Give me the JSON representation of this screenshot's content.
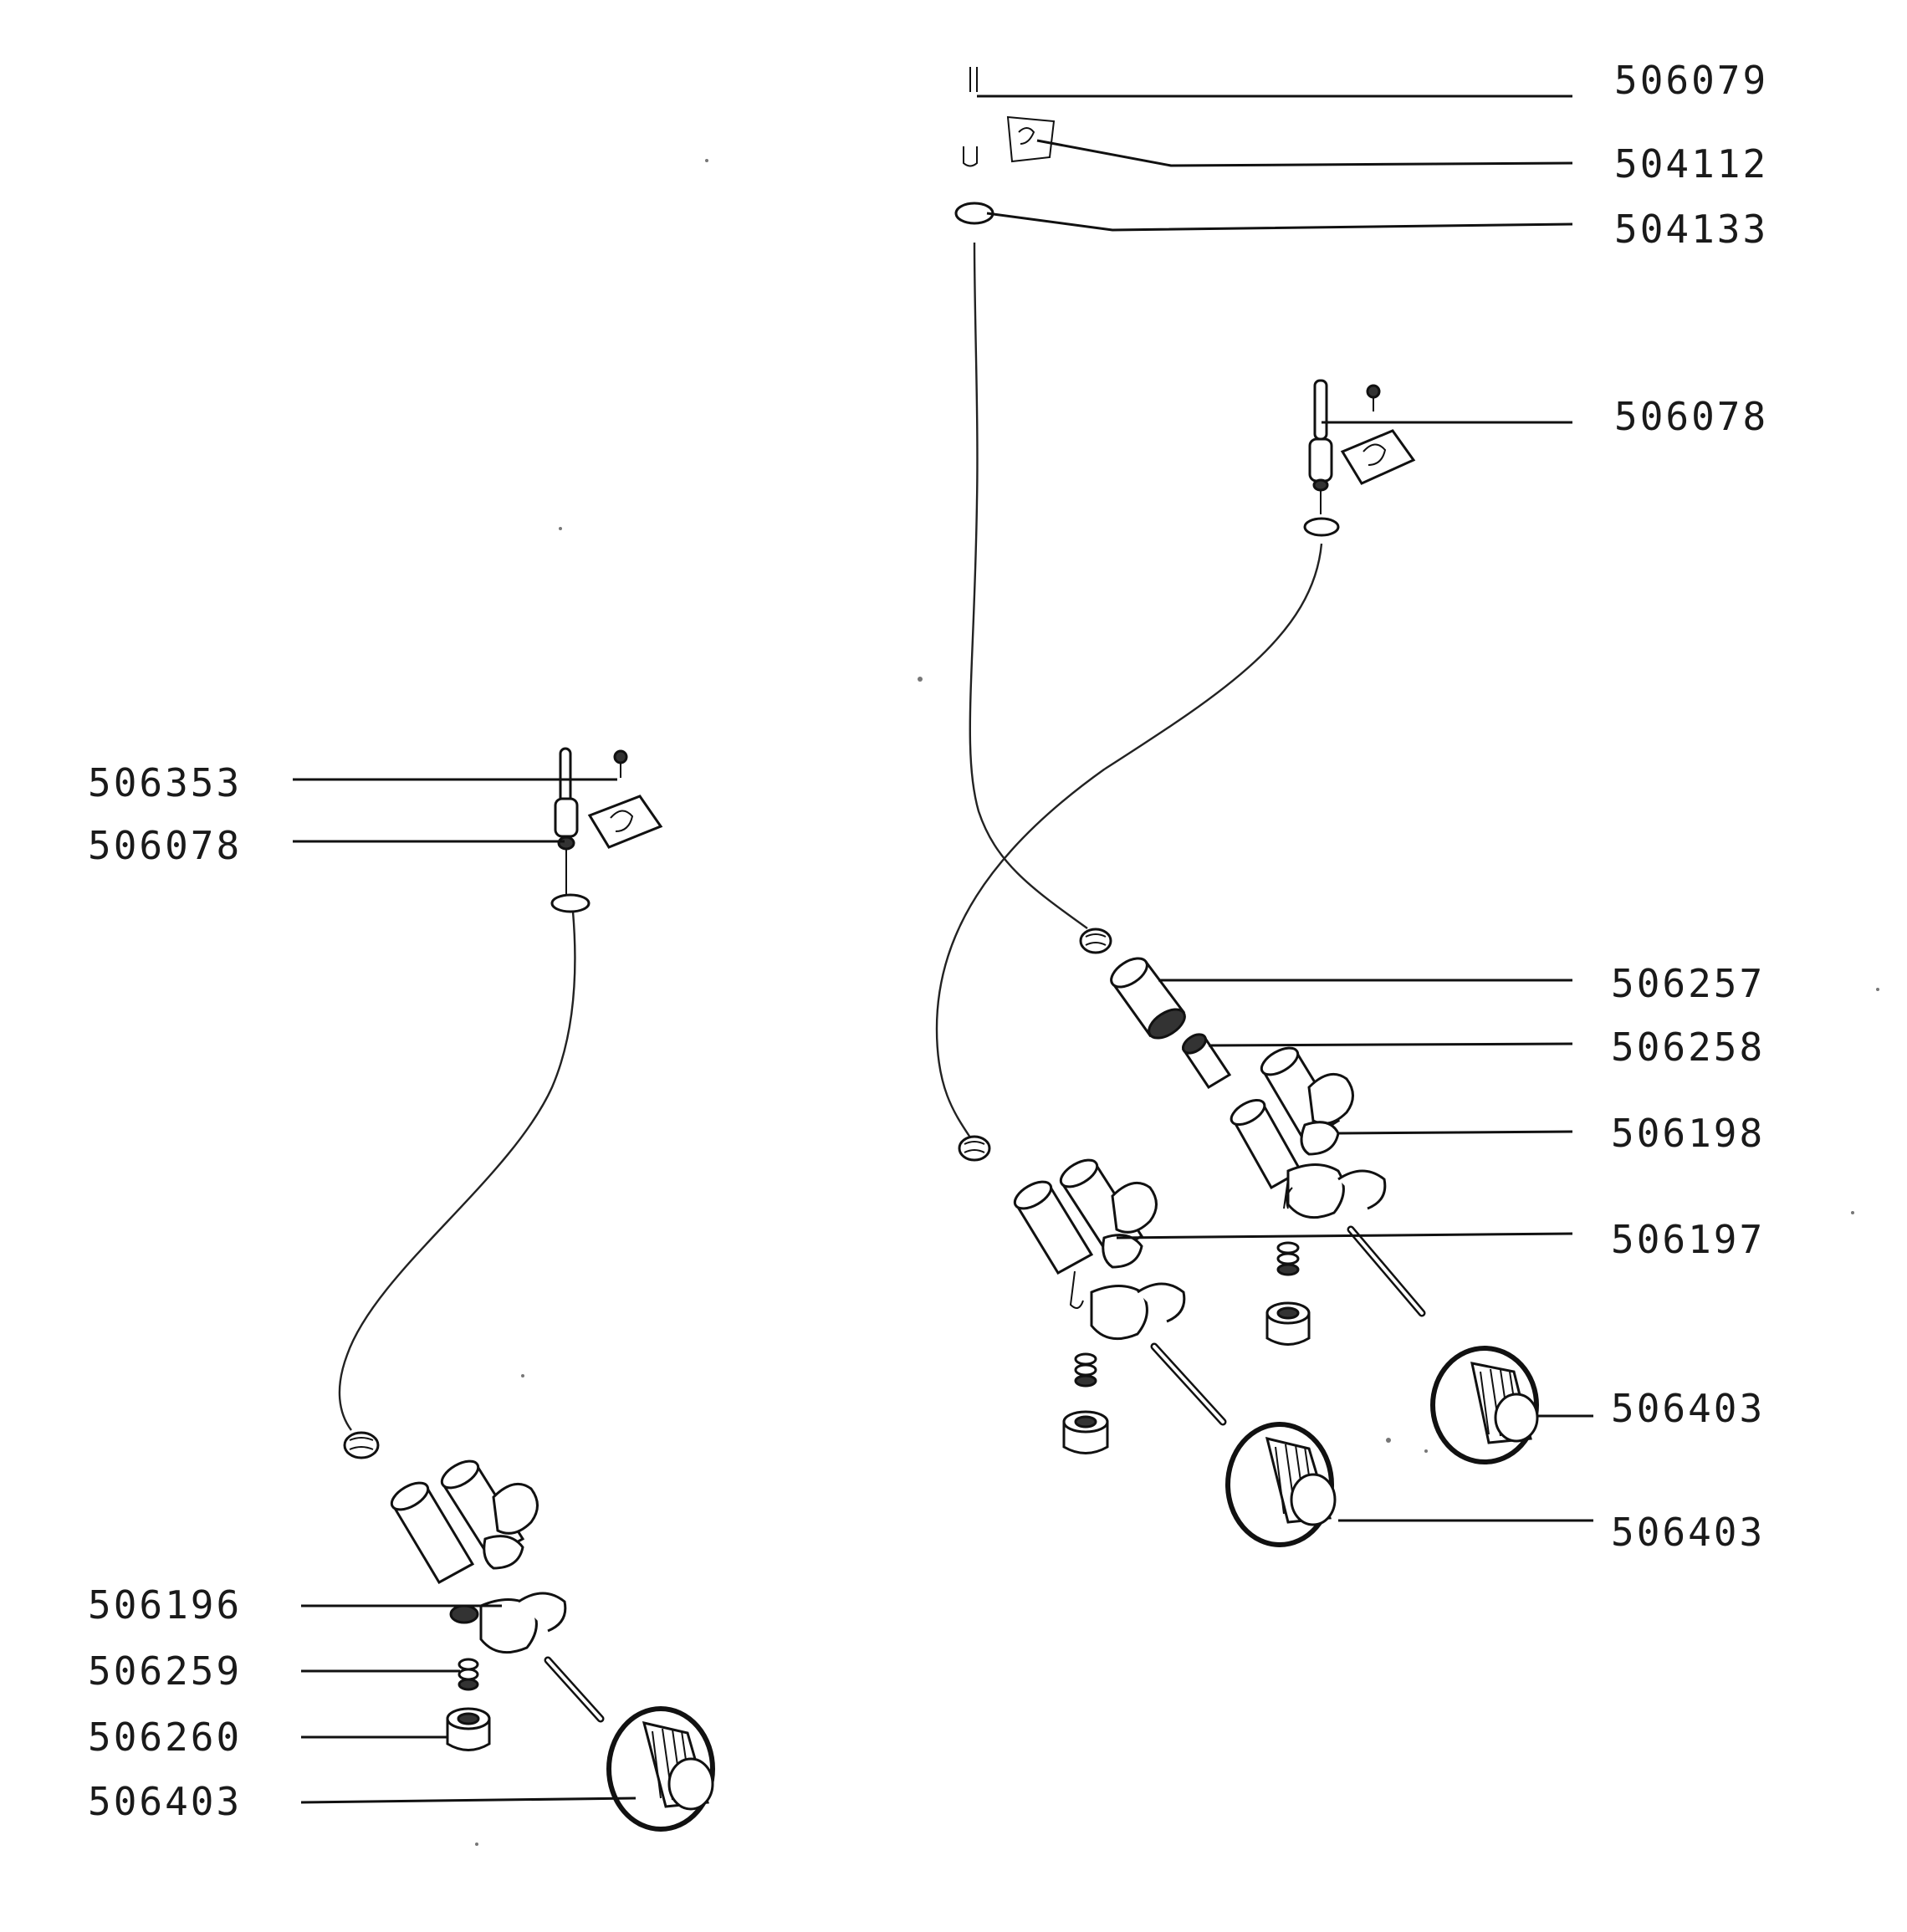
{
  "diagram": {
    "labels": {
      "right_506079": "506079",
      "right_504112": "504112",
      "right_504133": "504133",
      "right_506078": "506078",
      "right_506257": "506257",
      "right_506258": "506258",
      "right_506198": "506198",
      "right_506197": "506197",
      "right_506403_a": "506403",
      "right_506403_b": "506403",
      "left_506353": "506353",
      "left_506078": "506078",
      "left_506196": "506196",
      "left_506259": "506259",
      "left_506260": "506260",
      "left_506403": "506403"
    }
  }
}
